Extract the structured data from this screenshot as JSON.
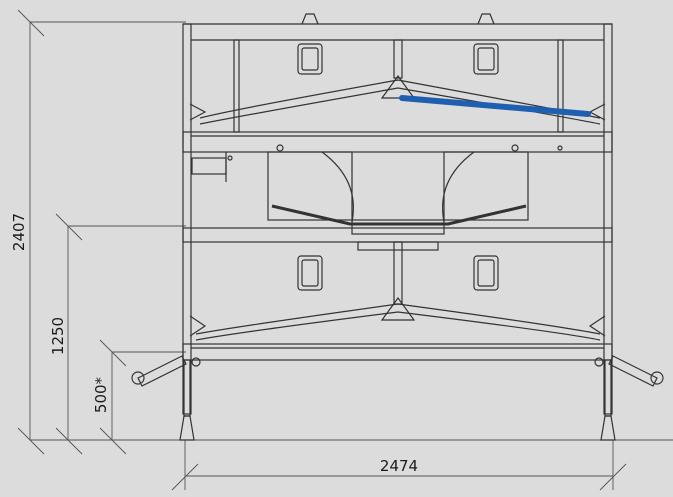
{
  "drawing": {
    "background": "#dcdcdc",
    "line_color": "#333333",
    "dimension_color": "#4a4a4a",
    "highlight_color": "#1f5fb0"
  },
  "dimensions": {
    "total_height": "2407",
    "second_tier_height": "1250",
    "first_tier_height": "500*",
    "total_width": "2474"
  }
}
